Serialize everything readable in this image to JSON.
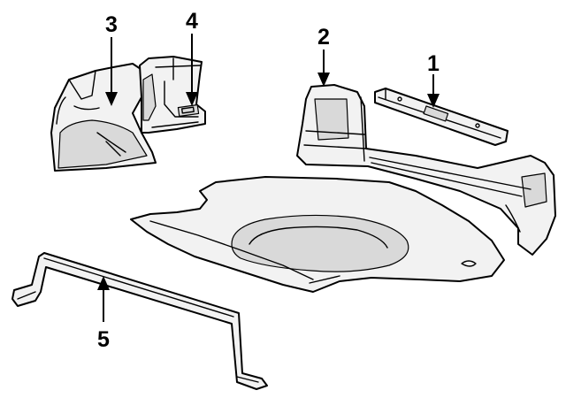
{
  "callouts": {
    "c1": "1",
    "c2": "2",
    "c3": "3",
    "c4": "4",
    "c5": "5"
  },
  "colors": {
    "ink": "#000000",
    "fill": "#f2f2f2",
    "shade": "#d9d9d9",
    "background": "#ffffff"
  }
}
